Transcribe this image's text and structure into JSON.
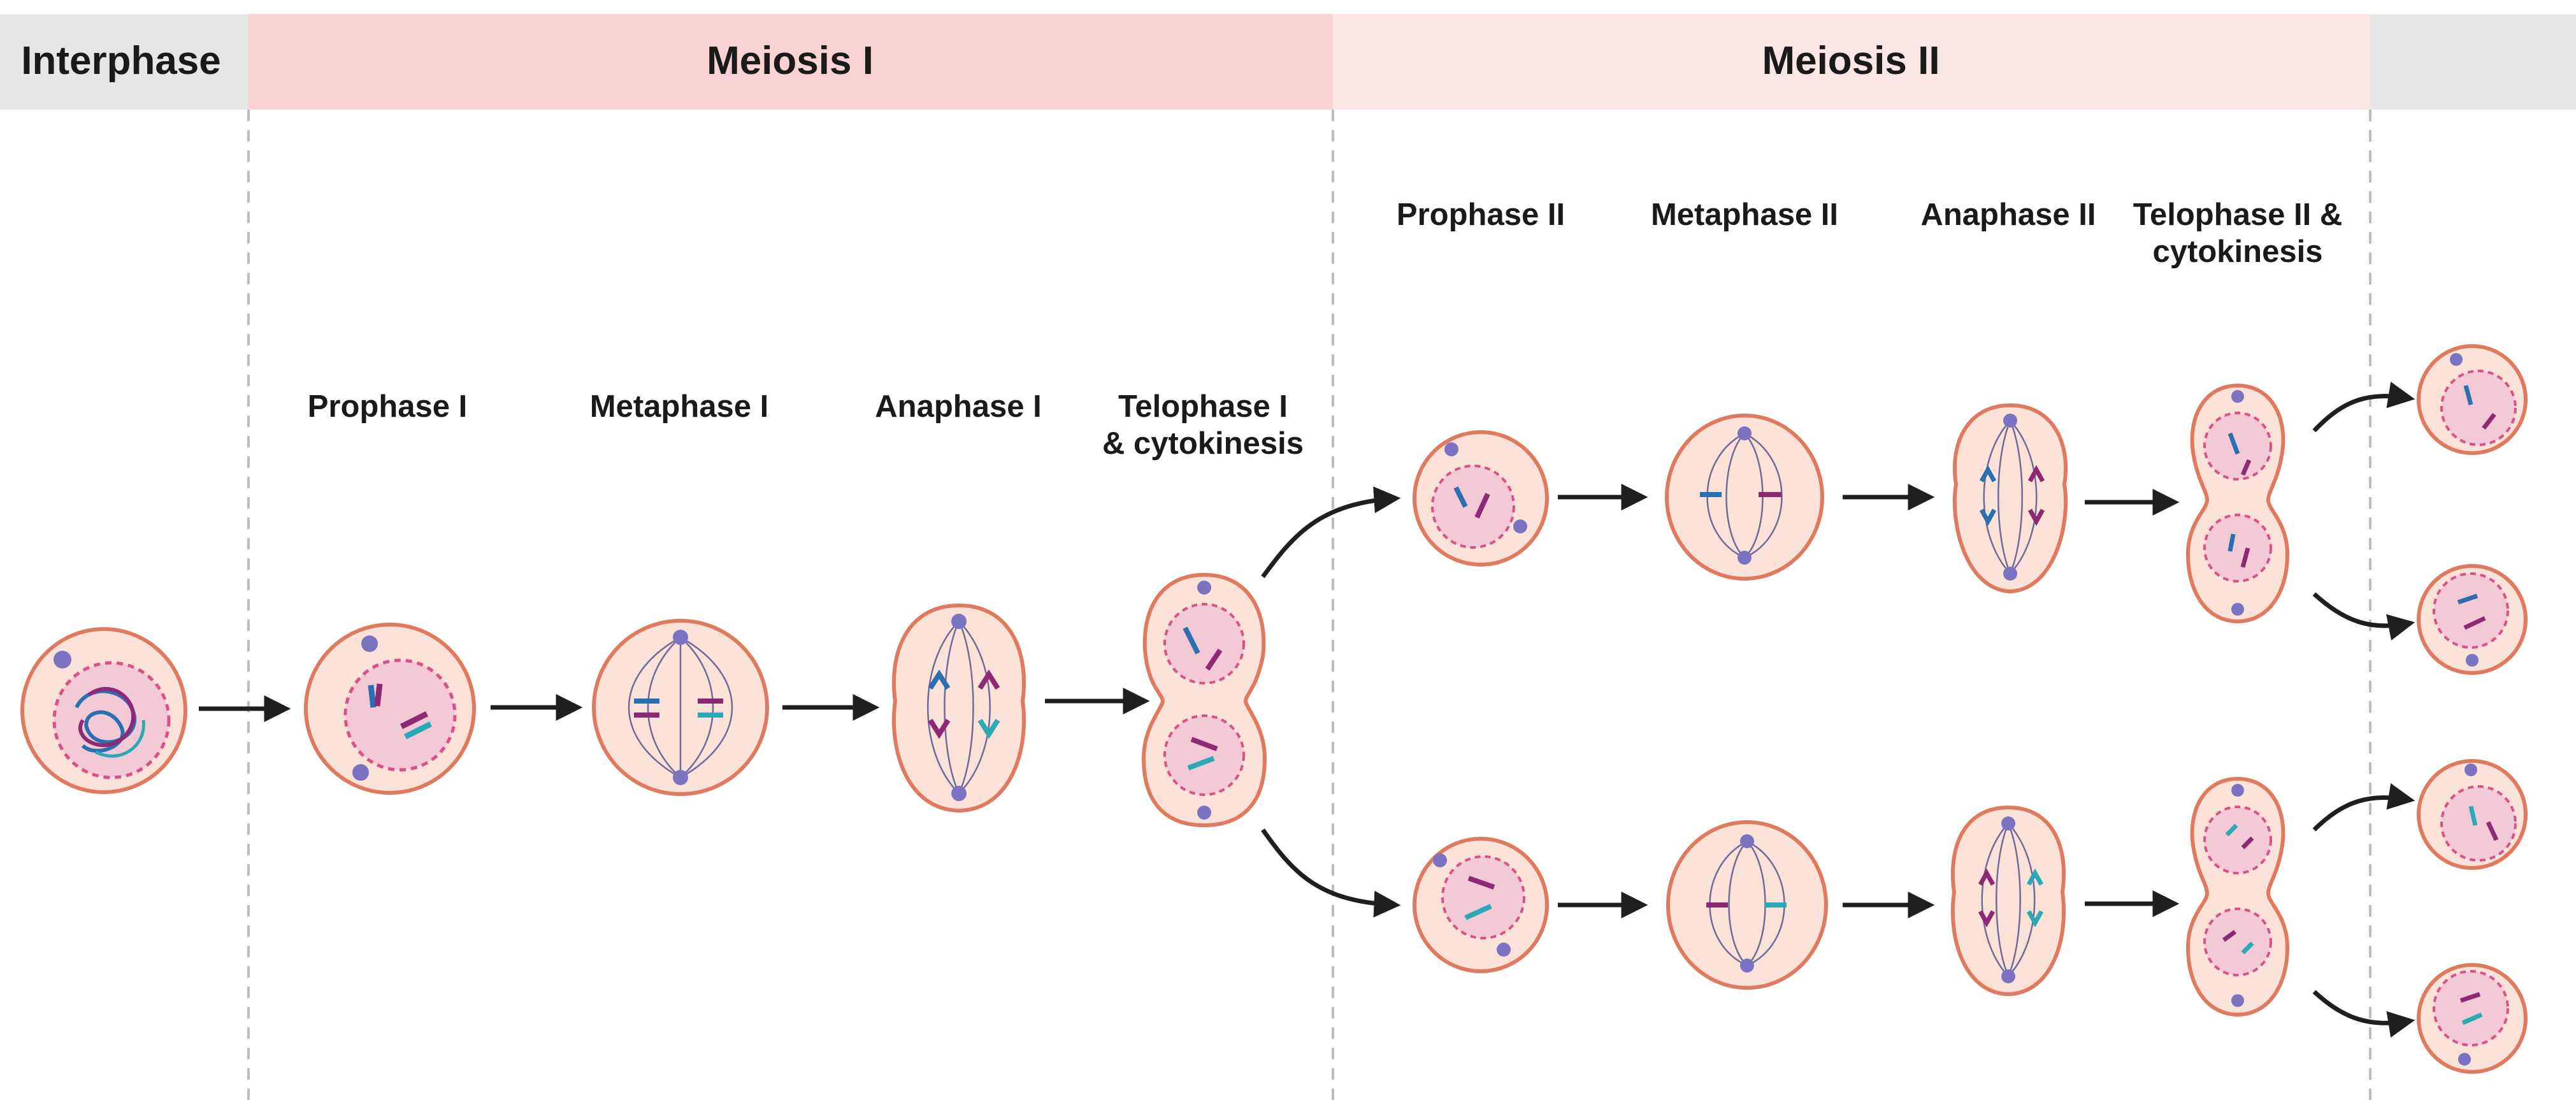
{
  "header": {
    "interphase": "Interphase",
    "meiosis1": "Meiosis I",
    "meiosis2": "Meiosis II"
  },
  "stages": {
    "prophase1": "Prophase I",
    "metaphase1": "Metaphase I",
    "anaphase1": "Anaphase I",
    "telophase1_line1": "Telophase I",
    "telophase1_line2": "& cytokinesis",
    "prophase2": "Prophase II",
    "metaphase2": "Metaphase II",
    "anaphase2": "Anaphase II",
    "telophase2_line1": "Telophase II &",
    "telophase2_line2": "cytokinesis"
  },
  "colors": {
    "interphase_band": "#e6e6e6",
    "meiosis1_band": "#f9d3d3",
    "meiosis2_band": "#fbe6e6",
    "cell_fill": "#fbe2d8",
    "cell_stroke": "#e07a5f",
    "nucleus_fill": "#f2c9d4",
    "nucleus_stroke": "#d9508a",
    "chromosome_blue": "#2a6fb0",
    "chromosome_teal": "#2aa9b8",
    "chromosome_purple": "#8e2a73",
    "spindle": "#6d6a9a",
    "centrosome": "#7b73c2",
    "arrow": "#1f1f1f",
    "divider": "#bdbdbd"
  }
}
